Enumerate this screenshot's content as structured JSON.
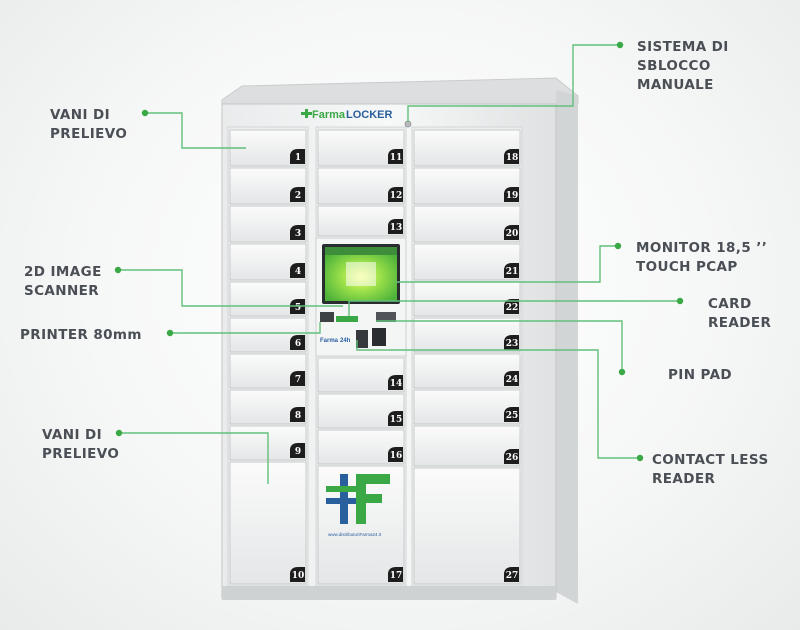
{
  "brand": {
    "part1": "Farma",
    "part2": "LOCKER"
  },
  "kiosk_brand": {
    "part1": "Farma",
    "part2": "24h"
  },
  "website": "www.distributoriFarma24.it",
  "labels": {
    "vani_top": [
      "VANI DI",
      "PRELIEVO"
    ],
    "sblocco": [
      "SISTEMA DI",
      "SBLOCCO",
      "MANUALE"
    ],
    "monitor": [
      "MONITOR 18,5 ’’",
      "TOUCH PCAP"
    ],
    "scanner": [
      "2D IMAGE",
      "SCANNER"
    ],
    "card": [
      "CARD",
      "READER"
    ],
    "printer": [
      "PRINTER 80mm"
    ],
    "pinpad": [
      "PIN PAD"
    ],
    "vani_bottom": [
      "VANI DI",
      "PRELIEVO"
    ],
    "contactless": [
      "CONTACT LESS",
      "READER"
    ]
  },
  "compartments": {
    "left": [
      "1",
      "2",
      "3",
      "4",
      "5",
      "6",
      "7",
      "8",
      "9",
      "10"
    ],
    "middle": [
      "11",
      "12",
      "13",
      "14",
      "15",
      "16",
      "17"
    ],
    "right": [
      "18",
      "19",
      "20",
      "21",
      "22",
      "23",
      "24",
      "25",
      "26",
      "27"
    ]
  },
  "colors": {
    "accent_green": "#3aa845",
    "label_text": "#4a4f55",
    "badge": "#1d1d1d"
  }
}
